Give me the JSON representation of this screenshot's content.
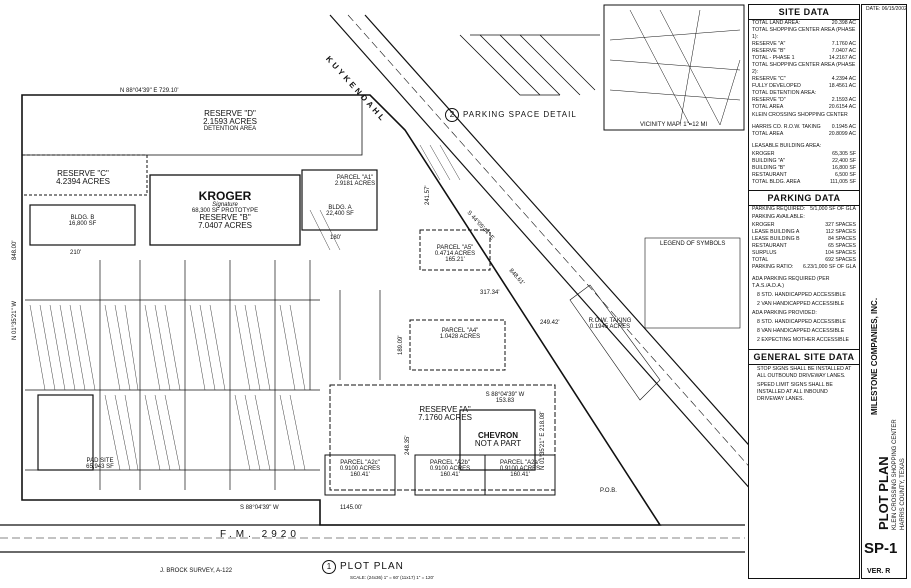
{
  "site_data": {
    "heading": "SITE DATA",
    "rows1": [
      {
        "label": "TOTAL LAND AREA:",
        "value": "20.398 AC"
      },
      {
        "label": "TOTAL SHOPPING CENTER AREA (PHASE 1):",
        "value": ""
      },
      {
        "label": "RESERVE \"A\"",
        "value": "7.1760 AC"
      },
      {
        "label": "RESERVE \"B\"",
        "value": "7.0407 AC"
      },
      {
        "label": "TOTAL - PHASE 1",
        "value": "14.2167 AC"
      },
      {
        "label": "TOTAL SHOPPING CENTER AREA (PHASE 2):",
        "value": ""
      },
      {
        "label": "RESERVE \"C\"",
        "value": "4.2394 AC"
      },
      {
        "label": "FULLY DEVELOPED",
        "value": "18.4561 AC"
      },
      {
        "label": "TOTAL DETENTION AREA:",
        "value": ""
      },
      {
        "label": "RESERVE \"D\"",
        "value": "2.1593 AC"
      },
      {
        "label": "TOTAL AREA",
        "value": "20.6154 AC"
      }
    ],
    "klein": "KLEIN CROSSING SHOPPING CENTER",
    "rows2": [
      {
        "label": "HARRIS CO. R.O.W. TAKING",
        "value": "0.1945 AC"
      },
      {
        "label": "TOTAL AREA",
        "value": "20.8099 AC"
      }
    ],
    "leasable_heading": "LEASABLE BUILDING AREA:",
    "rows3": [
      {
        "label": "KROGER",
        "value": "65,305 SF"
      },
      {
        "label": "BUILDING \"A\"",
        "value": "22,400 SF"
      },
      {
        "label": "BUILDING \"B\"",
        "value": "16,800 SF"
      },
      {
        "label": "RESTAURANT",
        "value": "6,500 SF"
      },
      {
        "label": "TOTAL BLDG. AREA",
        "value": "111,005 SF"
      }
    ]
  },
  "parking_data": {
    "heading": "PARKING DATA",
    "required": {
      "label": "PARKING REQUIRED:",
      "value": "5/1,000 SF OF GLA"
    },
    "available_heading": "PARKING AVAILABLE:",
    "rows": [
      {
        "label": "KROGER",
        "value": "327 SPACES"
      },
      {
        "label": "LEASE BUILDING A",
        "value": "112 SPACES"
      },
      {
        "label": "LEASE BUILDING B",
        "value": "84 SPACES"
      },
      {
        "label": "RESTAURANT",
        "value": "65 SPACES"
      },
      {
        "label": "SURPLUS",
        "value": "104 SPACES"
      },
      {
        "label": "TOTAL",
        "value": "692 SPACES"
      }
    ],
    "ratio": {
      "label": "PARKING RATIO:",
      "value": "6.23/1,000 SF OF GLA"
    },
    "ada_heading": "ADA PARKING REQUIRED (PER T.A.S./A.D.A.)",
    "ada_required": [
      "8  STD. HANDICAPPED ACCESSIBLE",
      "2  VAN HANDICAPPED ACCESSIBLE"
    ],
    "ada_provided_heading": "ADA PARKING PROVIDED:",
    "ada_provided": [
      "8  STD. HANDICAPPED ACCESSIBLE",
      "8  VAN HANDICAPPED ACCESSIBLE",
      "2  EXPECTING MOTHER ACCESSIBLE"
    ]
  },
  "general_data": {
    "heading": "GENERAL SITE DATA",
    "notes": [
      "STOP SIGNS SHALL BE INSTALLED AT ALL OUTBOUND DRIVEWAY LANES.",
      "SPEED LIMIT SIGNS SHALL BE INSTALLED AT ALL INBOUND DRIVEWAY LANES."
    ]
  },
  "title_block": {
    "company": "MILESTONE COMPANIES, INC.",
    "sheet_title": "PLOT PLAN",
    "project": "KLEIN CROSSING SHOPPING CENTER",
    "location": "HARRIS COUNTY, TEXAS",
    "date": "DATE: 06/15/2002",
    "sheet_no": "SP-1",
    "version": "VER. R"
  },
  "plan": {
    "kroger": "KROGER",
    "kroger_script": "Signature",
    "kroger_proto": "68,300 SF PROTOTYPE",
    "reserve_b": "RESERVE \"B\"",
    "reserve_b_acres": "7.0407 ACRES",
    "reserve_d": "RESERVE \"D\"",
    "reserve_d_acres": "2.1593 ACRES",
    "reserve_d_sub": "DETENTION AREA",
    "reserve_c": "RESERVE \"C\"",
    "reserve_c_acres": "4.2394 ACRES",
    "reserve_a": "RESERVE \"A\"",
    "reserve_a_acres": "7.1760 ACRES",
    "bldg_b": "BLDG. B",
    "bldg_b_sf": "16,800 SF",
    "bldg_a": "BLDG. A",
    "bldg_a_sf": "22,400 SF",
    "parcel_a1": "PARCEL \"A1\"",
    "parcel_a1_ac": "2.9181 ACRES",
    "parcel_a5": "PARCEL \"A5\"",
    "parcel_a5_ac": "0.4714 ACRES",
    "parcel_a4": "PARCEL \"A4\"",
    "parcel_a4_ac": "1.0428 ACRES",
    "parcel_a2c": "PARCEL \"A2c\"",
    "parcel_a2c_ac": "0.9100 ACRES",
    "parcel_a2b": "PARCEL \"A2b\"",
    "parcel_a2b_ac": "0.9100 ACRES",
    "parcel_a2a": "PARCEL \"A2a\"",
    "parcel_a2a_ac": "0.9100 ACRES",
    "pad_site": "PAD SITE",
    "pad_site_sf": "65,943 SF",
    "chevron": "CHEVRON",
    "not_part": "NOT A PART",
    "row_taking": "R.O.W. TAKING",
    "row_taking_ac": "0.1945 ACRES",
    "road_kuykendahl": "KUYKENDAHL",
    "road_fm": "F.M.  2920",
    "survey": "J. BROCK SURVEY, A-122",
    "bearing_north": "N 88°04'39\" E   729.10'",
    "bearing_south": "S 88°04'39\" W",
    "dist_south": "1145.00'",
    "bearing_west": "N 01°35'21\" W",
    "dist_west": "848.00'",
    "bearing_east": "S 44°05'44\" E",
    "dist_east": "848.61'",
    "bearing_chev": "S 88°04'39\" W",
    "dist_chev": "153.83",
    "bearing_chev2": "N 01°35'21\" E  218.08'",
    "dim_210": "210'",
    "dim_180": "180'",
    "dim_165": "165.21'",
    "dim_317": "317.34'",
    "dim_160a": "160.41'",
    "dim_160b": "160.41'",
    "dim_160c": "160.41'",
    "dim_248": "248.35'",
    "dim_249": "249.42'",
    "dim_189": "189.09'",
    "dim_241": "241.57'",
    "pob": "P.O.B.",
    "plot_plan_title": "PLOT PLAN",
    "plot_plan_num": "1",
    "plot_plan_scale": "SCALE: (24x36) 1\" = 60'  (11x17) 1\" = 120'",
    "parking_detail_num": "2",
    "parking_detail_title": "PARKING SPACE DETAIL",
    "vicinity": "VICINITY MAP:  1\"=12 MI",
    "legend_title": "LEGEND OF SYMBOLS"
  }
}
